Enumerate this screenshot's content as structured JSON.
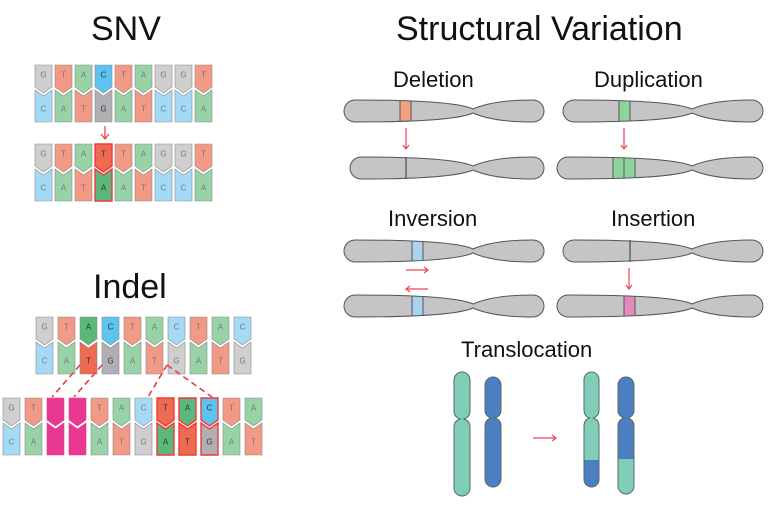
{
  "colors": {
    "G": "#cfcfd0",
    "T": "#f29a86",
    "A": "#98d3a8",
    "C": "#a4daf5",
    "G_dark": "#b0b0b4",
    "T_dark": "#ee6a50",
    "A_dark": "#5cb87a",
    "C_dark": "#5cc4ee",
    "insert": "#e8388f",
    "highlight_stroke": "#ee3b3b",
    "arrow": "#ee4455",
    "chrom_gray": "#c5c5c8",
    "chrom_outline": "#555555",
    "deletion_band": "#f3a17f",
    "duplication_band": "#8fd49a",
    "inversion_band": "#a9d3ef",
    "insertion_band": "#e28ac0",
    "teal": "#7fceb9",
    "blue": "#4b7fc2"
  },
  "snv": {
    "title": "SNV",
    "before": {
      "top": [
        "G",
        "T",
        "A",
        "C",
        "T",
        "A",
        "G",
        "G",
        "T"
      ],
      "bottom": [
        "C",
        "A",
        "T",
        "G",
        "A",
        "T",
        "C",
        "C",
        "A"
      ],
      "dark_index": [
        3
      ]
    },
    "after": {
      "top": [
        "G",
        "T",
        "A",
        "T",
        "T",
        "A",
        "G",
        "G",
        "T"
      ],
      "bottom": [
        "C",
        "A",
        "T",
        "A",
        "A",
        "T",
        "C",
        "C",
        "A"
      ],
      "highlight_index": [
        3
      ]
    }
  },
  "indel": {
    "title": "Indel",
    "before": {
      "top": [
        "G",
        "T",
        "A",
        "C",
        "T",
        "A",
        "C",
        "T",
        "A",
        "C"
      ],
      "bottom": [
        "C",
        "A",
        "T",
        "G",
        "A",
        "T",
        "G",
        "A",
        "T",
        "G"
      ],
      "dark_index": [
        2,
        3
      ]
    },
    "after": {
      "top": [
        "G",
        "T",
        "",
        "",
        "T",
        "A",
        "C",
        "T",
        "A",
        "C",
        "T",
        "A"
      ],
      "bottom": [
        "C",
        "A",
        "",
        "",
        "A",
        "T",
        "G",
        "A",
        "T",
        "G",
        "A",
        "T"
      ],
      "inserted_index": [
        2,
        3
      ],
      "highlight_index": [
        7,
        8,
        9
      ]
    }
  },
  "sv": {
    "title": "Structural Variation",
    "panels": [
      {
        "label": "Deletion"
      },
      {
        "label": "Duplication"
      },
      {
        "label": "Inversion"
      },
      {
        "label": "Insertion"
      },
      {
        "label": "Translocation"
      }
    ]
  }
}
